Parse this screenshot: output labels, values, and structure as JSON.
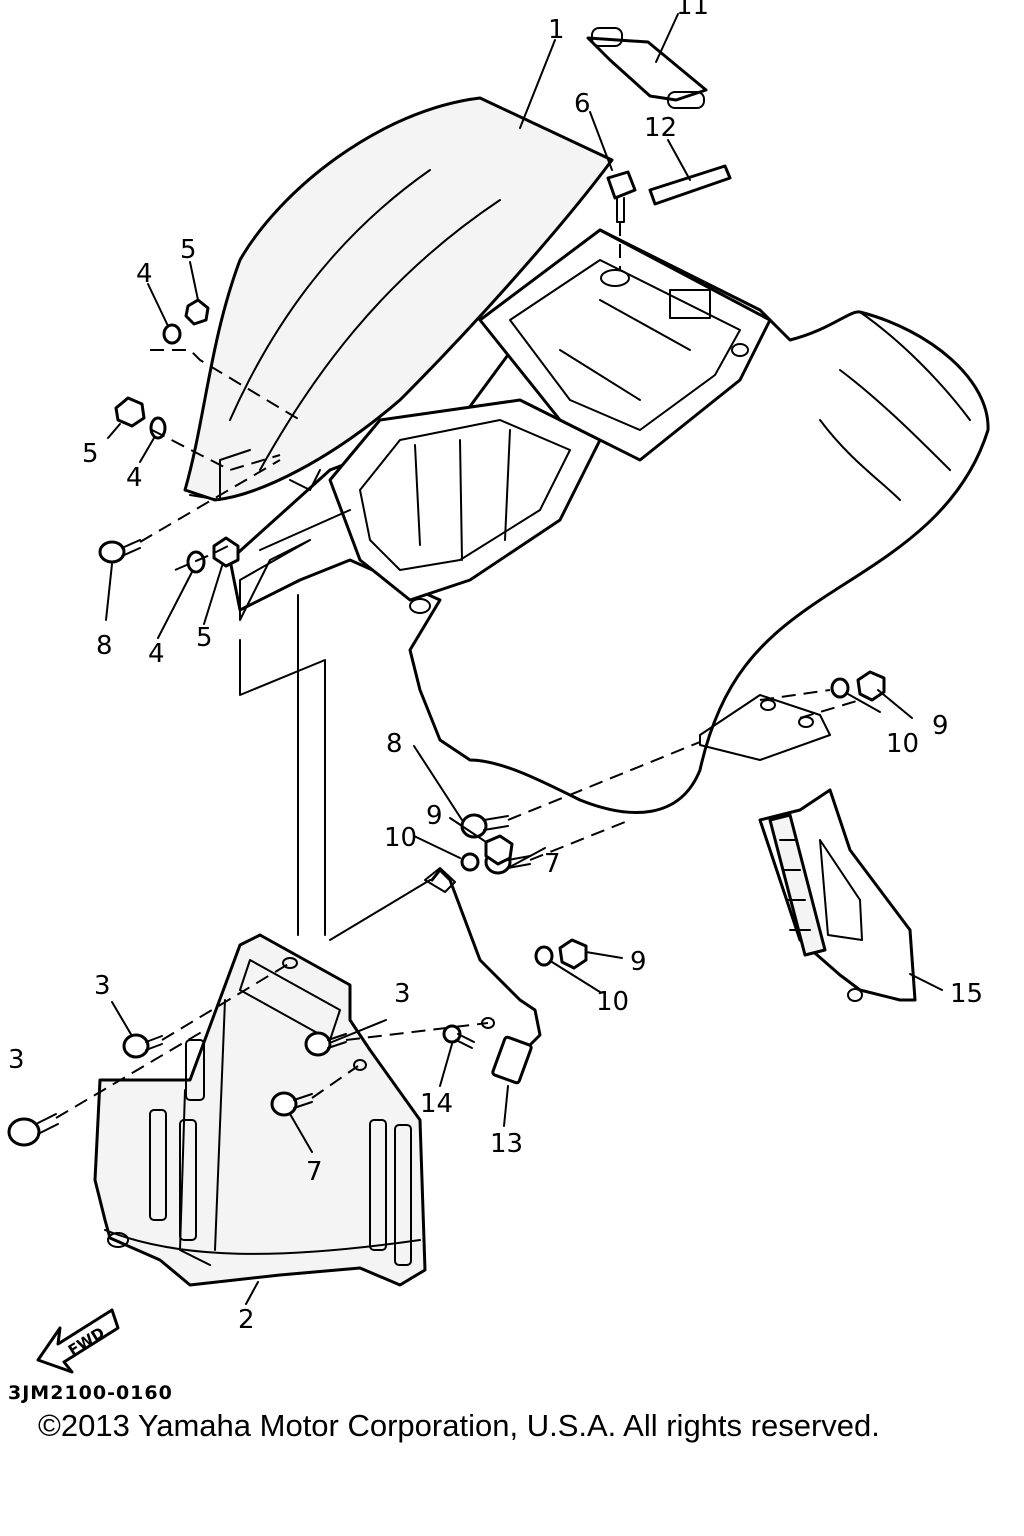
{
  "diagram": {
    "callouts": [
      "1",
      "2",
      "3",
      "4",
      "5",
      "6",
      "7",
      "8",
      "9",
      "10",
      "11",
      "12",
      "13",
      "14",
      "15"
    ],
    "fwd_label": "FWD",
    "part_code": "3JM2100-0160"
  },
  "footer": {
    "copyright": "©2013 Yamaha Motor Corporation, U.S.A. All rights reserved."
  }
}
